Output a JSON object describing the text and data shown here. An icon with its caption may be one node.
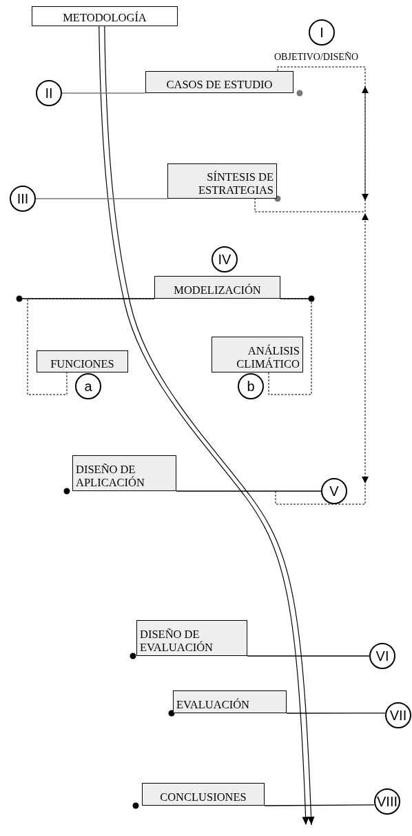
{
  "diagram": {
    "nodes": [
      {
        "text": [
          "METODOLOGÍA"
        ]
      },
      {
        "text": [
          "I"
        ],
        "beside": [
          "OBJETIVO/DISEÑO"
        ]
      },
      {
        "text": [
          "II"
        ]
      },
      {
        "text": [
          "CASOS DE ESTUDIO"
        ]
      },
      {
        "text": [
          "III"
        ]
      },
      {
        "text": [
          "SÍNTESIS DE ESTRATEGIAS"
        ]
      },
      {
        "text": [
          "IV"
        ]
      },
      {
        "text": [
          "MODELIZACIÓN"
        ]
      },
      {
        "text": [
          "FUNCIONES"
        ]
      },
      {
        "text": [
          "a"
        ]
      },
      {
        "text": [
          "ANÁLISIS CLIMÁTICO"
        ]
      },
      {
        "text": [
          "b"
        ]
      },
      {
        "text": [
          "DISEÑO DE APLICACIÓN"
        ]
      },
      {
        "text": [
          "V"
        ]
      },
      {
        "text": [
          "DISEÑO DE EVALUACIÓN"
        ]
      },
      {
        "text": [
          "VI"
        ]
      },
      {
        "text": [
          "EVALUACIÓN"
        ]
      },
      {
        "text": [
          "VII"
        ]
      },
      {
        "text": [
          "CONCLUSIONES"
        ]
      },
      {
        "text": [
          "VIII"
        ]
      }
    ],
    "edges": [
      {
        "from": 0,
        "to": null,
        "arrow": "to"
      },
      {
        "from": 2,
        "to": 3,
        "arrow": "none",
        "color": "#777777"
      },
      {
        "from": 4,
        "to": 5,
        "arrow": "none",
        "color": "#777777"
      },
      {
        "from": 3,
        "to": 5,
        "arrow": "none",
        "style": "dashed"
      },
      {
        "from": 7,
        "to": 8,
        "arrow": "none",
        "style": "dashed"
      },
      {
        "from": 7,
        "to": 10,
        "arrow": "none",
        "style": "dashed"
      },
      {
        "from": 12,
        "to": 13,
        "arrow": "none"
      },
      {
        "from": 14,
        "to": 15,
        "arrow": "none"
      },
      {
        "from": 16,
        "to": 17,
        "arrow": "none"
      },
      {
        "from": 18,
        "to": 19,
        "arrow": "none"
      }
    ]
  }
}
